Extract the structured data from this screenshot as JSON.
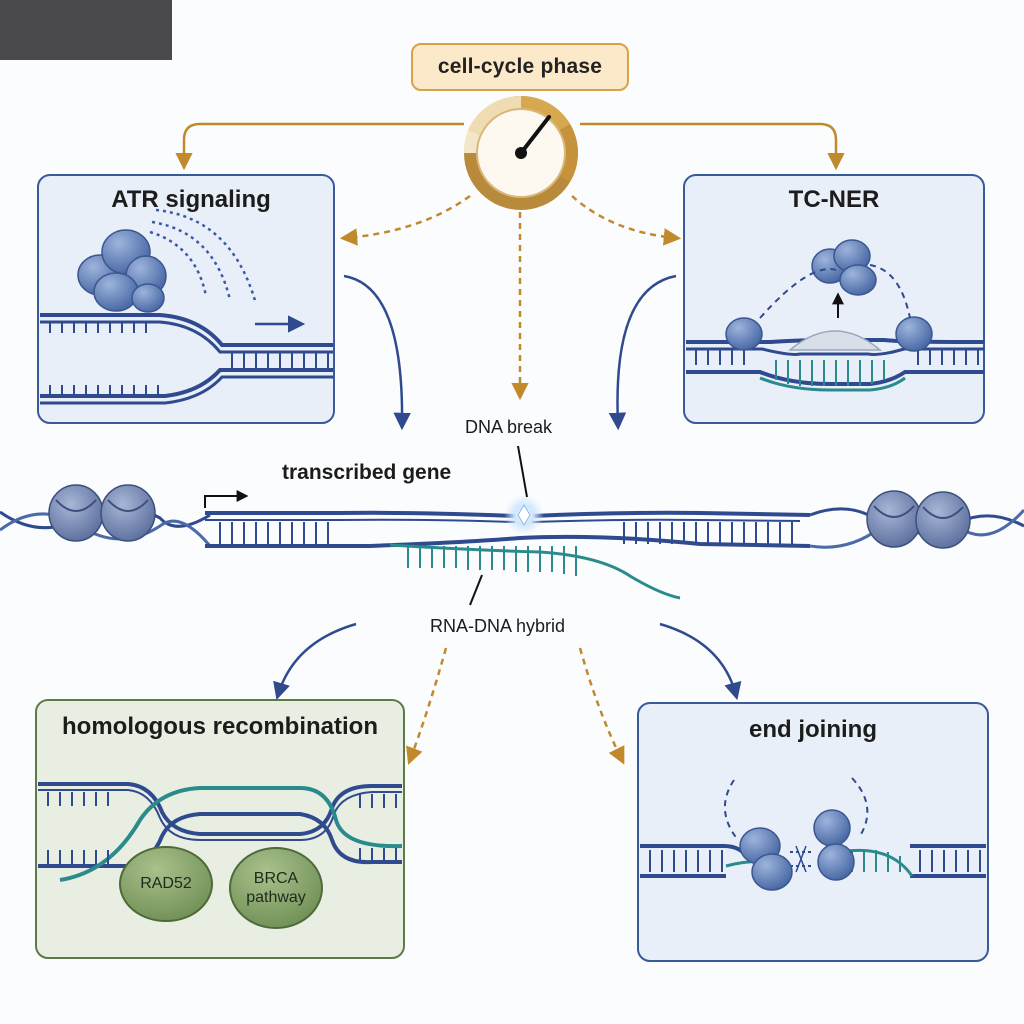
{
  "header": {
    "phase_label": "cell-cycle phase"
  },
  "panels": {
    "atr_title": "ATR signaling",
    "tcner_title": "TC-NER",
    "hr_title": "homologous recombination",
    "ej_title": "end joining"
  },
  "center": {
    "gene_label": "transcribed gene",
    "break_label": "DNA break",
    "hybrid_label": "RNA-DNA hybrid"
  },
  "hr_factors": {
    "rad52": "RAD52",
    "brca_line1": "BRCA",
    "brca_line2": "pathway"
  },
  "colors": {
    "dna_blue": "#2f4a8e",
    "rna_teal": "#2b8a8c",
    "protein_blue": "#5f7fb8",
    "gold_arrow": "#c08a2c",
    "panel_blue_fill": "#e9eff9",
    "panel_green_fill": "#e8efe2"
  }
}
